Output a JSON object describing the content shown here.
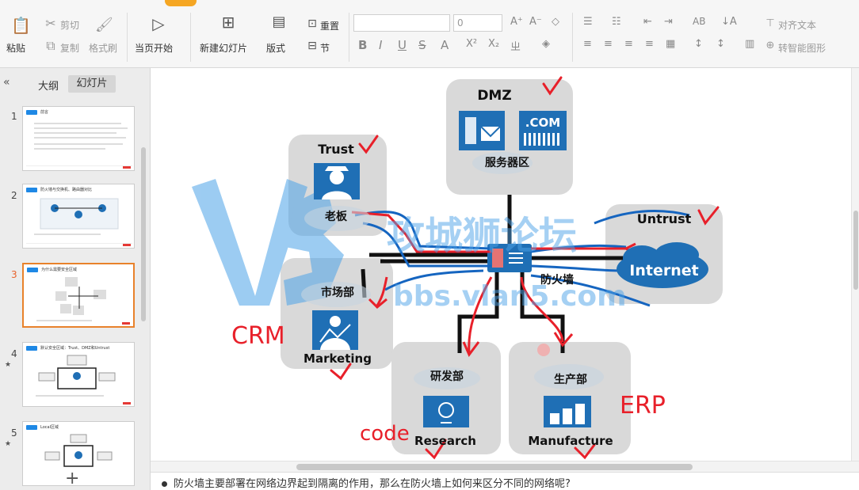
{
  "ribbon": {
    "cut": "剪切",
    "copy": "复制",
    "paste": "粘贴",
    "format_painter": "格式刷",
    "play_from_start": "当页开始",
    "new_slide": "新建幻灯片",
    "layout": "版式",
    "reset": "重置",
    "section": "节",
    "font_size": "0",
    "text_box": "对齐文本",
    "smartart": "转智能图形"
  },
  "pane": {
    "tab_outline": "大纲",
    "tab_slides": "幻灯片",
    "thumbnails": [
      {
        "num": "1",
        "title": "前言"
      },
      {
        "num": "2",
        "title": "防火墙与交换机、路由器对比"
      },
      {
        "num": "3",
        "title": "为什么需要安全区域"
      },
      {
        "num": "4",
        "title": "默认安全区域：Trust、DMZ和Untrust"
      },
      {
        "num": "5",
        "title": "Local区域"
      }
    ]
  },
  "slide": {
    "zones": {
      "dmz": "DMZ",
      "dmz_sub": "服务器区",
      "com": ".COM",
      "trust": "Trust",
      "trust_sub": "老板",
      "untrust": "Untrust",
      "internet": "Internet",
      "firewall": "防火墙",
      "market": "市场部",
      "marketing": "Marketing",
      "rd": "研发部",
      "research": "Research",
      "prod": "生产部",
      "manufacture": "Manufacture"
    },
    "annotations": {
      "crm": "CRM",
      "erp": "ERP",
      "code": "code"
    },
    "watermark": {
      "logo_text": "攻城狮论坛",
      "url": "bbs.vlan5.com"
    }
  },
  "notes": {
    "text": "防火墙主要部署在网络边界起到隔离的作用，那么在防火墙上如何来区分不同的网络呢?"
  },
  "colors": {
    "zone_bg": "#d9d9d9",
    "icon_blue": "#1f6fb5",
    "red_marks": "#e8202a",
    "blue_lines": "#1565c0",
    "watermark": "#4da3e8"
  }
}
